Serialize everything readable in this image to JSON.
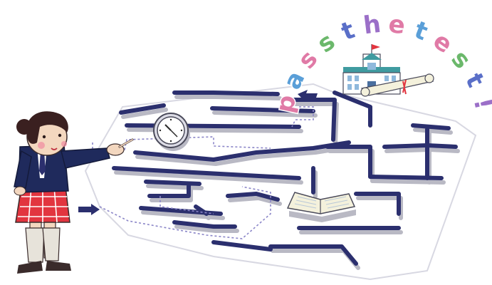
{
  "title": {
    "text": "pass the test!",
    "letters": [
      {
        "ch": "p",
        "color": "#e07aa6"
      },
      {
        "ch": "a",
        "color": "#5a9fd8"
      },
      {
        "ch": "s",
        "color": "#e07aa6"
      },
      {
        "ch": "s",
        "color": "#6bb86b"
      },
      {
        "ch": "t",
        "color": "#5a6fc8"
      },
      {
        "ch": "h",
        "color": "#9b6fc8"
      },
      {
        "ch": "e",
        "color": "#e07aa6"
      },
      {
        "ch": "t",
        "color": "#5a9fd8"
      },
      {
        "ch": "e",
        "color": "#e07aa6"
      },
      {
        "ch": "s",
        "color": "#6bb86b"
      },
      {
        "ch": "t",
        "color": "#5a6fc8"
      },
      {
        "ch": "!",
        "color": "#9b6fc8"
      }
    ]
  },
  "colors": {
    "maze_wall": "#2b2f6e",
    "maze_floor": "#ffffff",
    "maze_shadow": "#b9b9c4",
    "dashed_path": "#8b86c8",
    "skirt": "#e2353f",
    "blazer": "#1f2a5c"
  },
  "icons": [
    "girl-student",
    "maze",
    "wall-clock-icon",
    "open-book-icon",
    "school-building-icon",
    "diploma-scroll-icon",
    "start-arrow-icon",
    "goal-arrow-icon"
  ]
}
